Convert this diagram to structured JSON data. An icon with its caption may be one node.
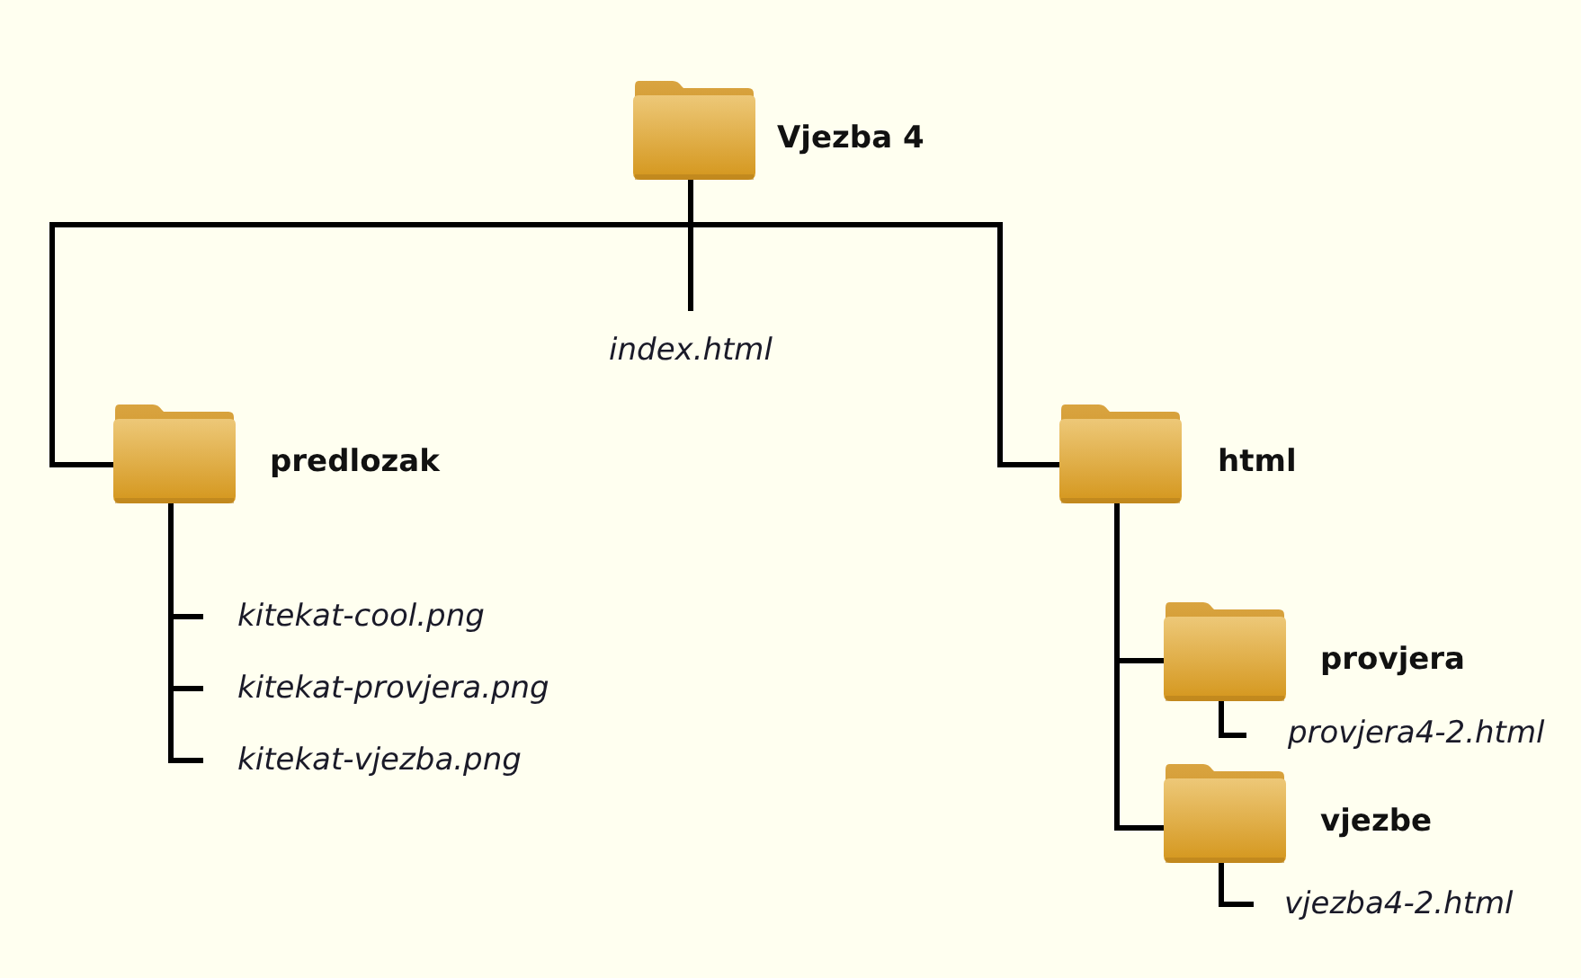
{
  "diagram": {
    "nodes": [
      {
        "text": [
          "Vjezba 4"
        ]
      },
      {
        "text": [
          "index.html"
        ]
      },
      {
        "text": [
          "predlozak"
        ]
      },
      {
        "text": [
          "kitekat-cool.png"
        ]
      },
      {
        "text": [
          "kitekat-provjera.png"
        ]
      },
      {
        "text": [
          "kitekat-vjezba.png"
        ]
      },
      {
        "text": [
          "html"
        ]
      },
      {
        "text": [
          "provjera"
        ]
      },
      {
        "text": [
          "provjera4-2.html"
        ]
      },
      {
        "text": [
          "vjezbe"
        ]
      },
      {
        "text": [
          "vjezba4-2.html"
        ]
      }
    ],
    "edges": [
      {
        "from": 0,
        "to": 1,
        "arrow": "none"
      },
      {
        "from": 0,
        "to": 2,
        "arrow": "none"
      },
      {
        "from": 0,
        "to": 6,
        "arrow": "none"
      },
      {
        "from": 2,
        "to": 3,
        "arrow": "none"
      },
      {
        "from": 2,
        "to": 4,
        "arrow": "none"
      },
      {
        "from": 2,
        "to": 5,
        "arrow": "none"
      },
      {
        "from": 6,
        "to": 7,
        "arrow": "none"
      },
      {
        "from": 6,
        "to": 9,
        "arrow": "none"
      },
      {
        "from": 7,
        "to": 8,
        "arrow": "none"
      },
      {
        "from": 9,
        "to": 10,
        "arrow": "none"
      }
    ]
  }
}
